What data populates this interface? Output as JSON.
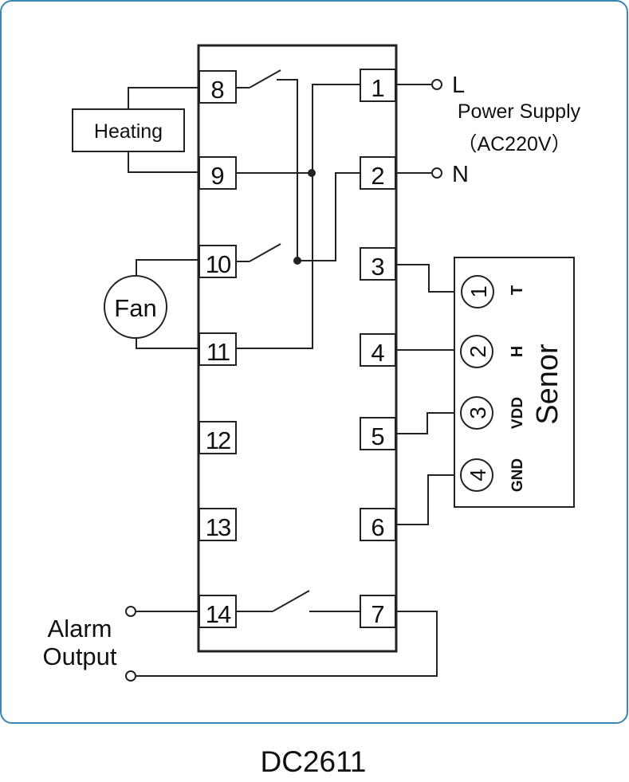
{
  "terminals": {
    "t1": "1",
    "t2": "2",
    "t3": "3",
    "t4": "4",
    "t5": "5",
    "t6": "6",
    "t7": "7",
    "t8": "8",
    "t9": "9",
    "t10": "10",
    "t11": "11",
    "t12": "12",
    "t13": "13",
    "t14": "14"
  },
  "loads": {
    "heating": "Heating",
    "fan": "Fan"
  },
  "power": {
    "live": "L",
    "neutral": "N",
    "title": "Power Supply",
    "spec": "（AC220V）"
  },
  "sensor": {
    "title": "Senor",
    "pins": [
      {
        "num": "1",
        "label": "T"
      },
      {
        "num": "2",
        "label": "H"
      },
      {
        "num": "3",
        "label": "VDD"
      },
      {
        "num": "4",
        "label": "GND"
      }
    ]
  },
  "alarm": {
    "line1": "Alarm",
    "line2": "Output"
  },
  "model": "DC2611",
  "colors": {
    "frame": "#3a86b5",
    "wire": "#222222"
  }
}
